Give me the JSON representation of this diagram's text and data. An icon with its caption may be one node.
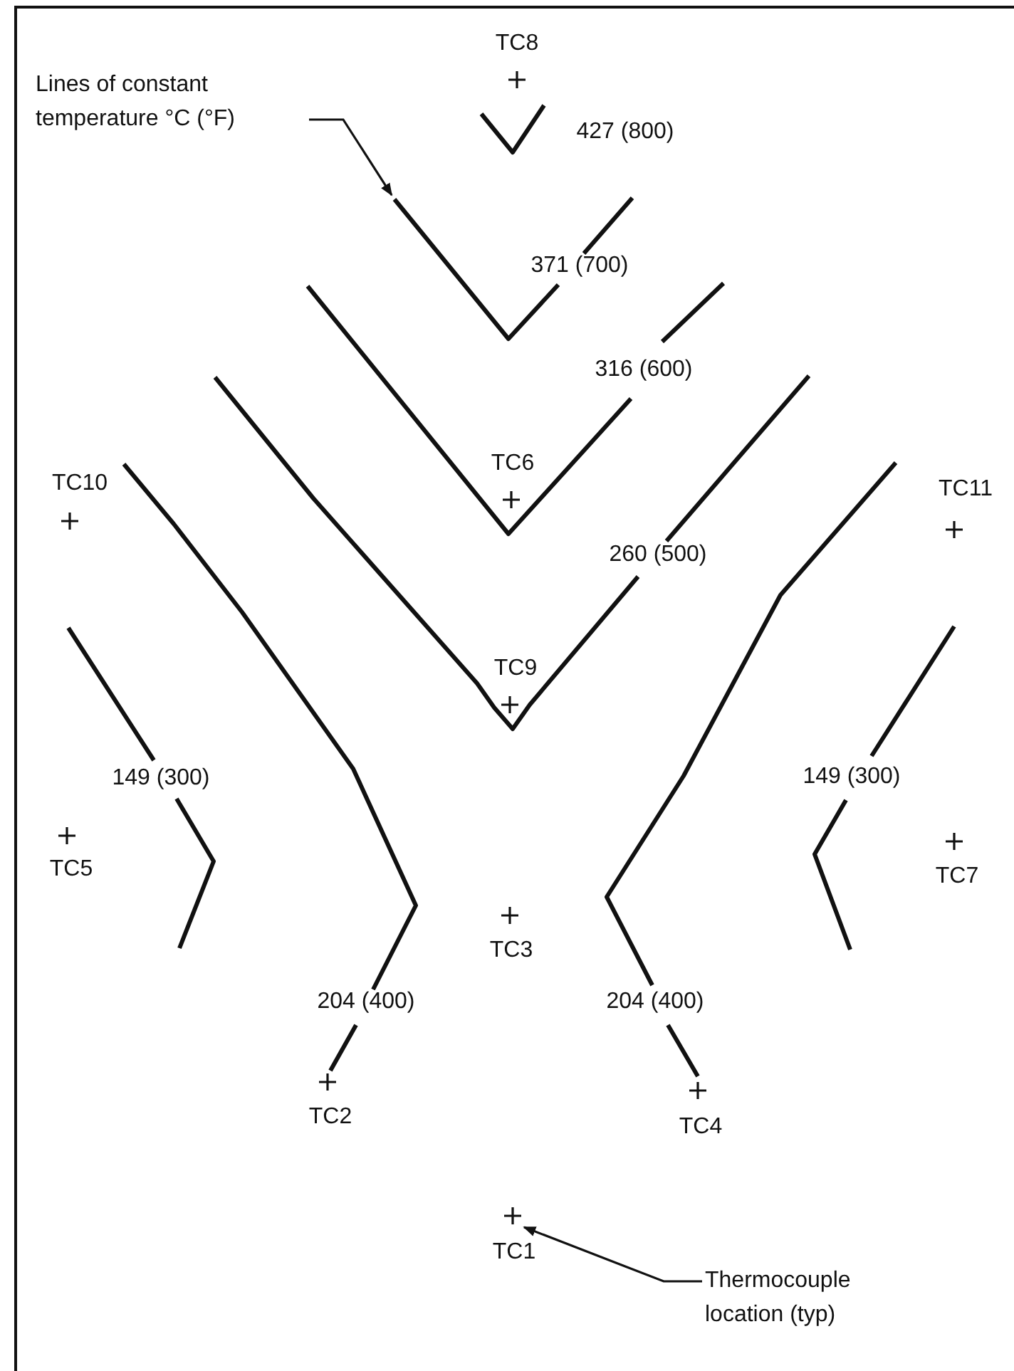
{
  "diagram": {
    "nodes": [
      {
        "text": [
          "Lines of constant temperature °C (°F)"
        ]
      },
      {
        "text": [],
        "shape": "line"
      },
      {
        "text": [
          "Thermocouple location (typ)"
        ]
      },
      {
        "text": [],
        "shape": "cross"
      }
    ],
    "edges": [
      {
        "from": 0,
        "to": 1,
        "arrow": "to"
      },
      {
        "from": 2,
        "to": 3,
        "arrow": "to"
      }
    ],
    "labels": [
      "TC8",
      "427 (800)",
      "371 (700)",
      "316 (600)",
      "TC6",
      "TC10",
      "TC11",
      "260 (500)",
      "TC9",
      "149 (300)",
      "TC5",
      "149 (300)",
      "TC7",
      "TC3",
      "204 (400)",
      "204 (400)",
      "TC2",
      "TC4",
      "TC1"
    ]
  }
}
